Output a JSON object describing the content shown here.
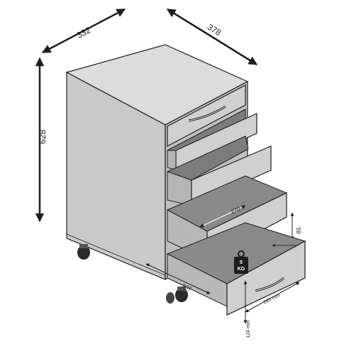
{
  "dimensions": {
    "width": "332",
    "depth": "378",
    "height": "628",
    "drawer_depth": "270",
    "drawer_height": "85",
    "inner_depth_bottom": "285 mm",
    "drawer_width": "307",
    "inner_height": "124 mm"
  },
  "weight_badge": {
    "value": "5",
    "unit": "KG"
  },
  "colors": {
    "line": "#1e1e1e",
    "face": "#cfcfcf",
    "top": "#dcdcdc",
    "side": "#c2c2c2",
    "drawer": "#d0d0d0",
    "interior": "#8a8a8a"
  },
  "icons": [
    "weight-icon",
    "double-arrow-icon",
    "caster-icon",
    "handle-icon"
  ]
}
